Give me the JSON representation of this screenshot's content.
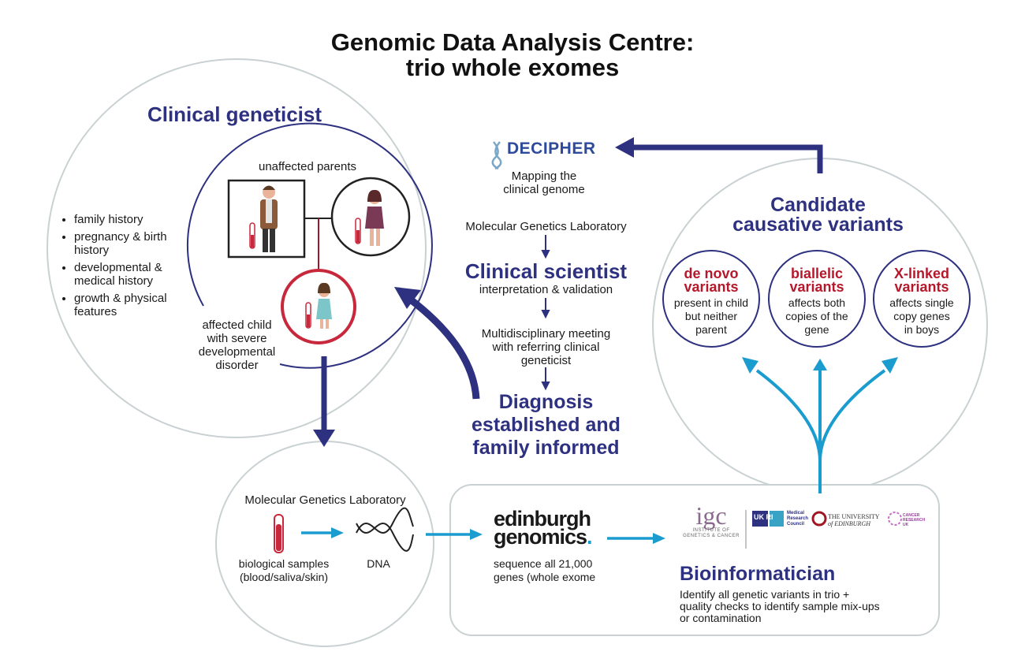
{
  "title": {
    "line1": "Genomic Data Analysis Centre:",
    "line2": "trio whole exomes"
  },
  "clinical_geneticist": {
    "heading": "Clinical geneticist",
    "parents_label": "unaffected parents",
    "child_label": [
      "affected child",
      "with severe",
      "developmental",
      "disorder"
    ],
    "history_items": [
      "family history",
      "pregnancy & birth history",
      "developmental & medical history",
      "growth & physical features"
    ]
  },
  "decipher": {
    "logo_text": "DECIPHER",
    "caption_line1": "Mapping the",
    "caption_line2": "clinical genome"
  },
  "center_flow": {
    "lab": "Molecular Genetics Laboratory",
    "scientist": "Clinical scientist",
    "scientist_sub": "interpretation & validation",
    "meeting": [
      "Multidisciplinary meeting",
      "with referring clinical",
      "geneticist"
    ],
    "diagnosis": [
      "Diagnosis",
      "established and",
      "family informed"
    ]
  },
  "candidates": {
    "heading_line1": "Candidate",
    "heading_line2": "causative variants",
    "variants": [
      {
        "title": [
          "de novo",
          "variants"
        ],
        "desc": [
          "present in child",
          "but neither",
          "parent"
        ]
      },
      {
        "title": [
          "biallelic",
          "variants"
        ],
        "desc": [
          "affects both",
          "copies of the",
          "gene"
        ]
      },
      {
        "title": [
          "X-linked",
          "variants"
        ],
        "desc": [
          "affects single",
          "copy genes",
          "in boys"
        ]
      }
    ]
  },
  "mgl_box": {
    "heading": "Molecular Genetics Laboratory",
    "samples": [
      "biological samples",
      "(blood/saliva/skin)"
    ],
    "dna": "DNA"
  },
  "bioinfo_box": {
    "eg_line1": "edinburgh",
    "eg_line2": "genomics",
    "eg_dot": ".",
    "sequence": [
      "sequence all 21,000",
      "genes (whole exome"
    ],
    "igc_logo": "igc",
    "igc_sub1": "INSTITUTE OF",
    "igc_sub2": "GENETICS & CANCER",
    "ukri": "UK RI",
    "mrc": [
      "Medical",
      "Research",
      "Council"
    ],
    "uoe": [
      "THE UNIVERSITY",
      "of EDINBURGH"
    ],
    "cruk": [
      "CANCER",
      "RESEARCH",
      "UK"
    ],
    "heading": "Bioinformatician",
    "desc": [
      "Identify all genetic variants in trio +",
      "quality checks to identify sample mix-ups",
      "or contamination"
    ]
  },
  "colors": {
    "navy": "#2e3180",
    "red": "#c8283c",
    "cyan": "#1b9ccf",
    "grey_outline": "#c9d1d3"
  }
}
